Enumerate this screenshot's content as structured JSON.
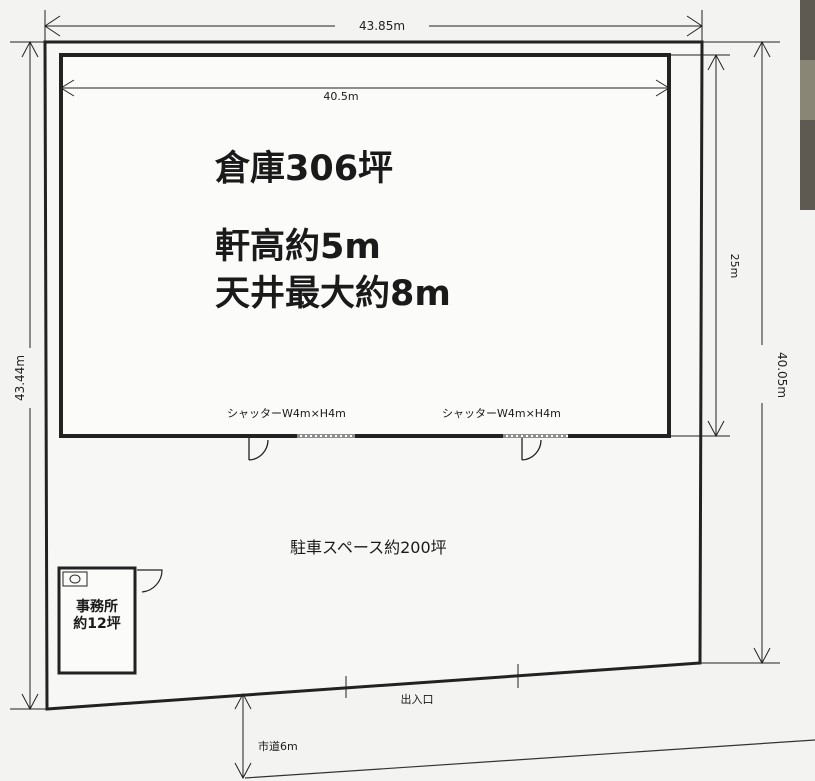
{
  "dimensions": {
    "site_width": "43.85m",
    "warehouse_width": "40.5m",
    "warehouse_depth": "25m",
    "site_depth_right": "40.05m",
    "site_depth_left": "43.44m"
  },
  "warehouse": {
    "line1": "倉庫306坪",
    "line2": "軒高約5m",
    "line3": "天井最大約8m"
  },
  "shutters": [
    {
      "label": "シャッターW4m×H4m"
    },
    {
      "label": "シャッターW4m×H4m"
    }
  ],
  "parking": {
    "label": "駐車スペース約200坪"
  },
  "office": {
    "line1": "事務所",
    "line2": "約12坪"
  },
  "entrance": {
    "label": "出入口"
  },
  "road": {
    "label": "市道6m"
  }
}
